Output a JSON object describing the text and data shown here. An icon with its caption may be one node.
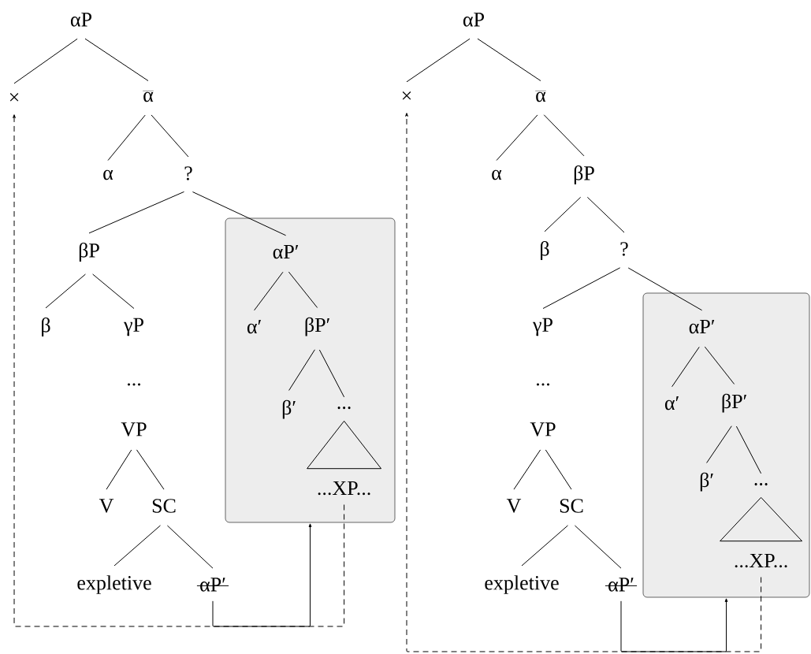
{
  "diagram": {
    "nodes": [
      {
        "text": [
          "αP"
        ]
      },
      {
        "text": [
          "×"
        ]
      },
      {
        "text": [
          "\\overline{\\hbox{α}}"
        ]
      },
      {
        "text": [
          "α"
        ]
      },
      {
        "text": [
          "?"
        ]
      },
      {
        "text": [
          "βP"
        ]
      },
      {
        "text": [],
        "shape": "box"
      },
      {
        "text": [
          "αP′"
        ],
        "in": 6
      },
      {
        "text": [
          "β"
        ]
      },
      {
        "text": [
          "γP"
        ]
      },
      {
        "text": [
          "α′"
        ],
        "in": 6
      },
      {
        "text": [
          "βP′"
        ],
        "in": 6
      },
      {
        "text": [
          "..."
        ]
      },
      {
        "text": [
          "β′"
        ],
        "in": 6
      },
      {
        "text": [
          "..."
        ],
        "in": 6
      },
      {
        "text": [
          "VP"
        ]
      },
      {
        "text": [
          "...XP..."
        ],
        "in": 6
      },
      {
        "text": [
          "V"
        ]
      },
      {
        "text": [
          "SC"
        ]
      },
      {
        "text": [
          "expletive"
        ]
      },
      {
        "text": [
          "αP′"
        ]
      },
      {
        "text": [
          "αP"
        ]
      },
      {
        "text": [
          "×"
        ]
      },
      {
        "text": [
          "\\overline{\\hbox{α}}"
        ]
      },
      {
        "text": [
          "α"
        ]
      },
      {
        "text": [
          "βP"
        ]
      },
      {
        "text": [
          "β"
        ]
      },
      {
        "text": [
          "?"
        ]
      },
      {
        "text": [
          "γP"
        ]
      },
      {
        "text": [],
        "shape": "box"
      },
      {
        "text": [
          "αP′"
        ],
        "in": 29
      },
      {
        "text": [
          "..."
        ]
      },
      {
        "text": [
          "α′"
        ],
        "in": 29
      },
      {
        "text": [
          "βP′"
        ],
        "in": 29
      },
      {
        "text": [
          "VP"
        ]
      },
      {
        "text": [
          "β′"
        ],
        "in": 29
      },
      {
        "text": [
          "..."
        ],
        "in": 29
      },
      {
        "text": [
          "V"
        ]
      },
      {
        "text": [
          "SC"
        ]
      },
      {
        "text": [
          "...XP..."
        ],
        "in": 29
      },
      {
        "text": [
          "expletive"
        ]
      },
      {
        "text": [
          "αP′"
        ]
      }
    ],
    "edges": [
      {
        "from": 0,
        "to": 1,
        "arrow": "none"
      },
      {
        "from": 0,
        "to": 2,
        "arrow": "none"
      },
      {
        "from": 2,
        "to": 3,
        "arrow": "none"
      },
      {
        "from": 2,
        "to": 4,
        "arrow": "none"
      },
      {
        "from": 4,
        "to": 5,
        "arrow": "none"
      },
      {
        "from": 4,
        "to": 7,
        "arrow": "none"
      },
      {
        "from": 5,
        "to": 8,
        "arrow": "none"
      },
      {
        "from": 5,
        "to": 9,
        "arrow": "none"
      },
      {
        "from": 7,
        "to": 10,
        "arrow": "none"
      },
      {
        "from": 7,
        "to": 11,
        "arrow": "none"
      },
      {
        "from": 11,
        "to": 13,
        "arrow": "none"
      },
      {
        "from": 11,
        "to": 14,
        "arrow": "none"
      },
      {
        "from": 14,
        "to": 16,
        "arrow": "none"
      },
      {
        "from": 15,
        "to": 17,
        "arrow": "none"
      },
      {
        "from": 15,
        "to": 18,
        "arrow": "none"
      },
      {
        "from": 18,
        "to": 19,
        "arrow": "none"
      },
      {
        "from": 18,
        "to": 20,
        "arrow": "none"
      },
      {
        "from": 20,
        "to": 6,
        "arrow": "to"
      },
      {
        "from": 16,
        "to": 1,
        "arrow": "to",
        "style": "dashed"
      },
      {
        "from": 21,
        "to": 22,
        "arrow": "none"
      },
      {
        "from": 21,
        "to": 23,
        "arrow": "none"
      },
      {
        "from": 23,
        "to": 24,
        "arrow": "none"
      },
      {
        "from": 23,
        "to": 25,
        "arrow": "none"
      },
      {
        "from": 25,
        "to": 26,
        "arrow": "none"
      },
      {
        "from": 25,
        "to": 27,
        "arrow": "none"
      },
      {
        "from": 27,
        "to": 28,
        "arrow": "none"
      },
      {
        "from": 27,
        "to": 30,
        "arrow": "none"
      },
      {
        "from": 30,
        "to": 32,
        "arrow": "none"
      },
      {
        "from": 30,
        "to": 33,
        "arrow": "none"
      },
      {
        "from": 33,
        "to": 35,
        "arrow": "none"
      },
      {
        "from": 33,
        "to": 36,
        "arrow": "none"
      },
      {
        "from": 36,
        "to": 39,
        "arrow": "none"
      },
      {
        "from": 34,
        "to": 37,
        "arrow": "none"
      },
      {
        "from": 34,
        "to": 38,
        "arrow": "none"
      },
      {
        "from": 38,
        "to": 40,
        "arrow": "none"
      },
      {
        "from": 38,
        "to": 41,
        "arrow": "none"
      },
      {
        "from": 41,
        "to": 29,
        "arrow": "to"
      },
      {
        "from": 39,
        "to": 22,
        "arrow": "to",
        "style": "dashed"
      }
    ]
  }
}
